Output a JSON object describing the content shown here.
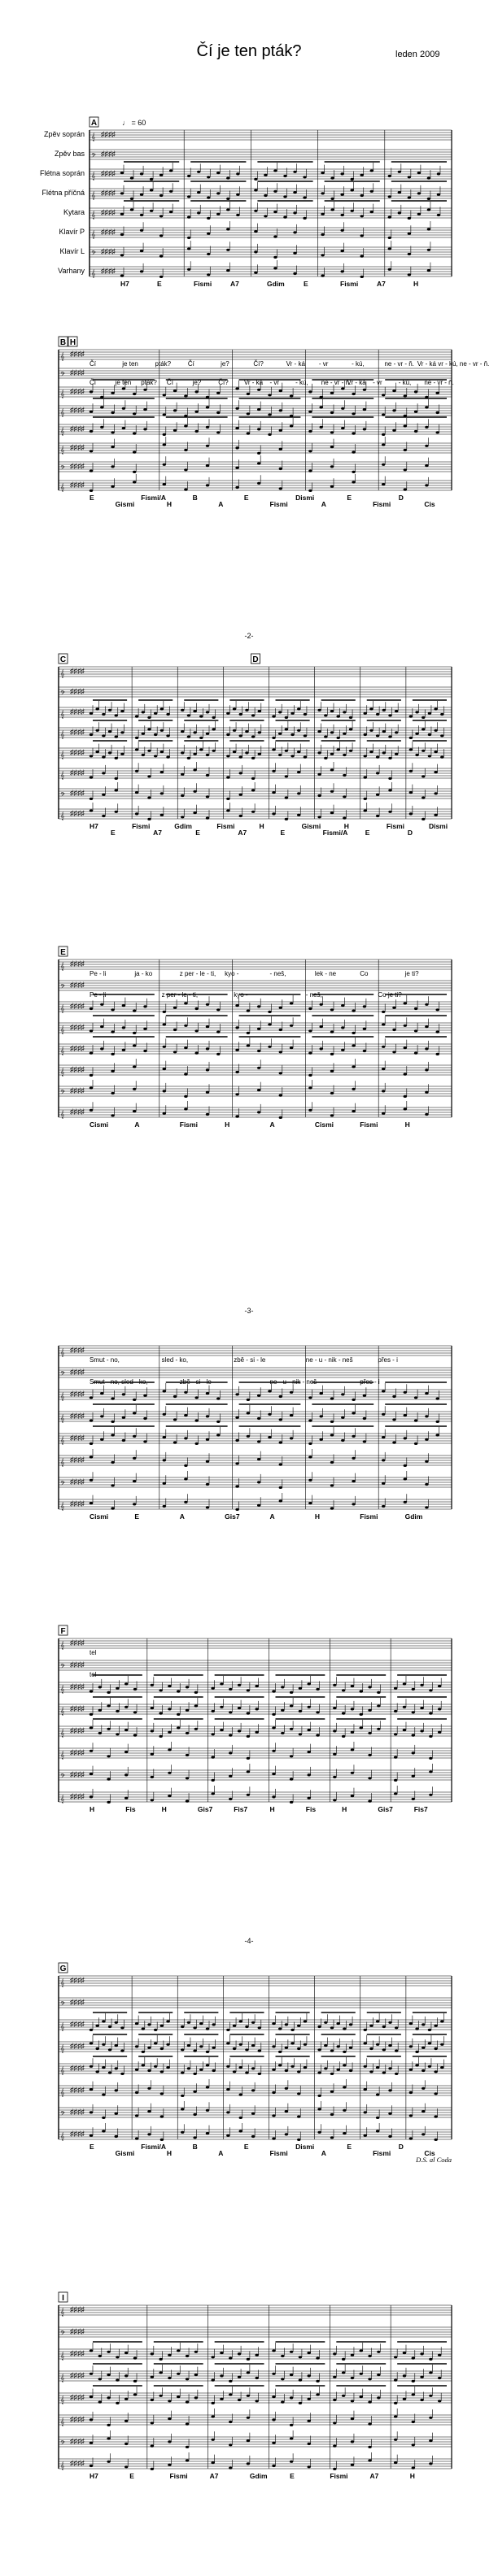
{
  "title": "Čí je ten pták?",
  "date": "leden 2009",
  "instruments": [
    "Zpěv soprán",
    "Zpěv bas",
    "Flétna soprán",
    "Flétna příčná",
    "Kytara",
    "Klavír P",
    "Klavír L",
    "Varhany"
  ],
  "tempo": "♩ = 60",
  "systems": [
    {
      "marks": [
        {
          "label": "A",
          "bar": 0
        }
      ],
      "chords": [
        "H7",
        "E",
        "Fismi",
        "A7",
        "Gdim",
        "E",
        "Fismi",
        "A7",
        "H"
      ],
      "lyrics": [
        [],
        []
      ]
    },
    {
      "marks": [
        {
          "label": "B",
          "bar": 0
        },
        {
          "label": "H",
          "bar": 0
        }
      ],
      "chords": [
        "E",
        "Gismi",
        "Fismi/A",
        "H",
        "B",
        "A",
        "E",
        "Fismi",
        "Dismi",
        "A",
        "E",
        "Fismi",
        "D",
        "Cis"
      ],
      "lyrics": [
        [
          "Čí",
          "je ten",
          "pták?",
          "Čí",
          "je?",
          "Čí?",
          "Vr - ká",
          "- vr",
          "- kú,",
          "ne - vr - ň.",
          "Vr - ká vr - kú, ne - vr - ň."
        ],
        [
          "Čí",
          "je ten",
          "pták?",
          "Čí",
          "je?",
          "Čí?",
          "Vr - ká",
          "- vr",
          "- kú,",
          "ne - vr - ň.",
          "Vr - ká",
          "- vr",
          "- kú,",
          "ne - vr - ň."
        ]
      ]
    },
    {
      "marks": [
        {
          "label": "C",
          "bar": 0
        },
        {
          "label": "D",
          "bar": 4
        }
      ],
      "chords": [
        "H7",
        "E",
        "Fismi",
        "A7",
        "Gdim",
        "E",
        "Fismi",
        "A7",
        "H",
        "E",
        "Gismi",
        "Fismi/A",
        "H",
        "E",
        "Fismi",
        "D",
        "Dismi"
      ],
      "lyrics": [
        [],
        []
      ]
    },
    {
      "marks": [
        {
          "label": "E",
          "bar": 0
        }
      ],
      "chords": [
        "Cismi",
        "A",
        "Fismi",
        "H",
        "A",
        "Cismi",
        "Fismi",
        "H"
      ],
      "lyrics": [
        [
          "Pe - li",
          "ja - ko",
          "z per - le - ti,",
          "kyo -",
          "- neš,",
          "lek - ne",
          "Co",
          "je ti?"
        ],
        [
          "Pe - li",
          "z per - le - ti,",
          "kyo -",
          "- neš,",
          "Co je ti?"
        ]
      ]
    },
    {
      "marks": [],
      "chords": [
        "Cismi",
        "E",
        "A",
        "Gis7",
        "A",
        "H",
        "Fismi",
        "Gdim"
      ],
      "lyrics": [
        [
          "Smut - no,",
          "sled - ko,",
          "zbě - si - le",
          "ne - u - nik - neš",
          "přes - i"
        ],
        [
          "Smut - no, sled - ko,",
          "zbě - si - le",
          "ne - u - nik - neš",
          "přes - i"
        ]
      ]
    },
    {
      "marks": [
        {
          "label": "F",
          "bar": 0
        }
      ],
      "chords": [
        "H",
        "Fis",
        "H",
        "Gis7",
        "Fis7",
        "H",
        "Fis",
        "H",
        "Gis7",
        "Fis7"
      ],
      "lyrics": [
        [
          "tel"
        ],
        [
          "tel"
        ]
      ]
    },
    {
      "marks": [
        {
          "label": "G",
          "bar": 0
        }
      ],
      "chords": [
        "E",
        "Gismi",
        "Fismi/A",
        "H",
        "B",
        "A",
        "E",
        "Fismi",
        "Dismi",
        "A",
        "E",
        "Fismi",
        "D",
        "Cis"
      ],
      "lyrics": [
        [],
        []
      ],
      "footer": "D.S. al Coda"
    },
    {
      "marks": [
        {
          "label": "I",
          "bar": 0
        }
      ],
      "chords": [
        "H7",
        "E",
        "Fismi",
        "A7",
        "Gdim",
        "E",
        "Fismi",
        "A7",
        "H"
      ],
      "lyrics": [
        [],
        []
      ]
    }
  ],
  "page_numbers": [
    "-2-",
    "-3-",
    "-4-"
  ]
}
